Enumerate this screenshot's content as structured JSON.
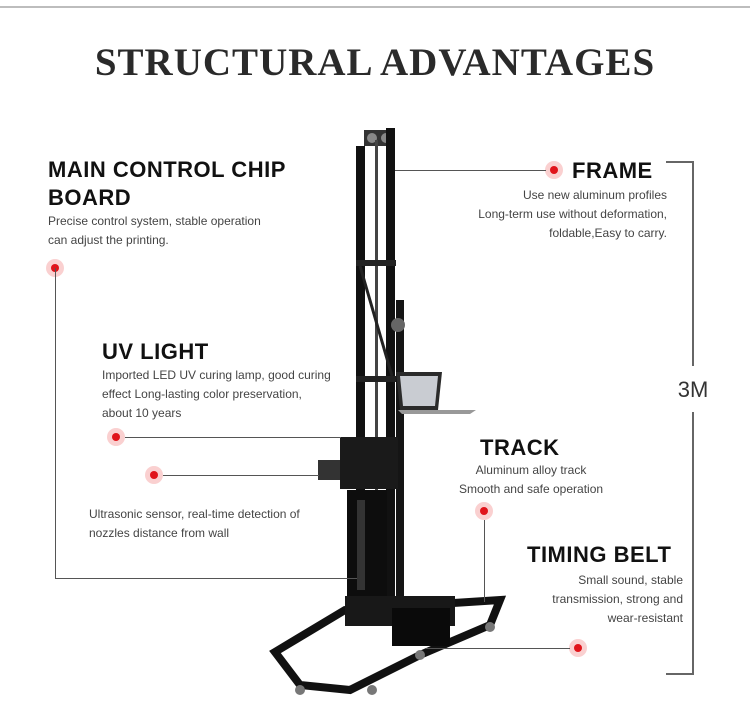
{
  "title": "STRUCTURAL ADVANTAGES",
  "features": {
    "main_control": {
      "heading_line1": "MAIN CONTROL CHIP",
      "heading_line2": "BOARD",
      "desc_line1": "Precise control system, stable operation",
      "desc_line2": "can adjust the printing."
    },
    "frame": {
      "heading": "FRAME",
      "desc_line1": "Use new aluminum profiles",
      "desc_line2": "Long-term use without deformation,",
      "desc_line3": "foldable,Easy to carry."
    },
    "uv_light": {
      "heading": "UV LIGHT",
      "desc_line1": "Imported LED UV curing lamp, good curing",
      "desc_line2": "effect Long-lasting color preservation,",
      "desc_line3": "about 10 years"
    },
    "track": {
      "heading": "TRACK",
      "desc_line1": "Aluminum alloy track",
      "desc_line2": "Smooth and safe operation"
    },
    "ultrasonic": {
      "desc_line1": "Ultrasonic sensor, real-time detection of",
      "desc_line2": "nozzles distance from wall"
    },
    "timing_belt": {
      "heading": "TIMING BELT",
      "desc_line1": "Small sound, stable",
      "desc_line2": "transmission, strong and",
      "desc_line3": "wear-resistant"
    }
  },
  "height_label": "3M",
  "colors": {
    "marker": "#e0141b",
    "frame": "#111111",
    "line": "#555555"
  }
}
